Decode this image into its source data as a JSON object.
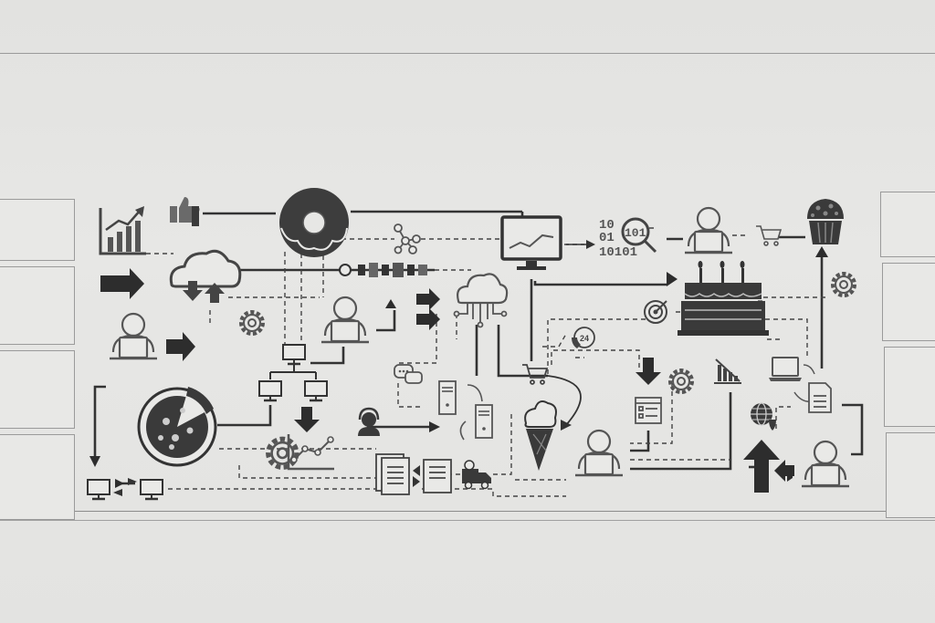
{
  "binary": {
    "line1": "10",
    "line2": "01",
    "line3": "10101",
    "lens": "101"
  },
  "badge_24": "24",
  "colors": {
    "paper": "#e4e4e2",
    "ink_dark": "#2d2d2d",
    "ink_gray": "#6b6b6b",
    "line": "#3a3a3a"
  },
  "icons": [
    "bar-chart-icon",
    "thumbs-up-icon",
    "donut-icon",
    "network-nodes-icon",
    "monitor-chart-icon",
    "binary-search-icon",
    "user-laptop-icon",
    "shopping-cart-icon",
    "cupcake-icon",
    "arrow-right-icon",
    "cloud-sync-icon",
    "pipeline-icon",
    "cloud-network-icon",
    "birthday-cake-icon",
    "gear-icon",
    "target-icon",
    "phone-24-icon",
    "pizza-icon",
    "computer-icon",
    "server-icon",
    "chat-bubbles-icon",
    "headset-support-icon",
    "line-chart-icon",
    "documents-icon",
    "delivery-truck-icon",
    "ice-cream-icon",
    "form-list-icon",
    "declining-chart-icon",
    "laptop-icon",
    "document-icon",
    "globe-icon",
    "up-arrow-icon"
  ]
}
